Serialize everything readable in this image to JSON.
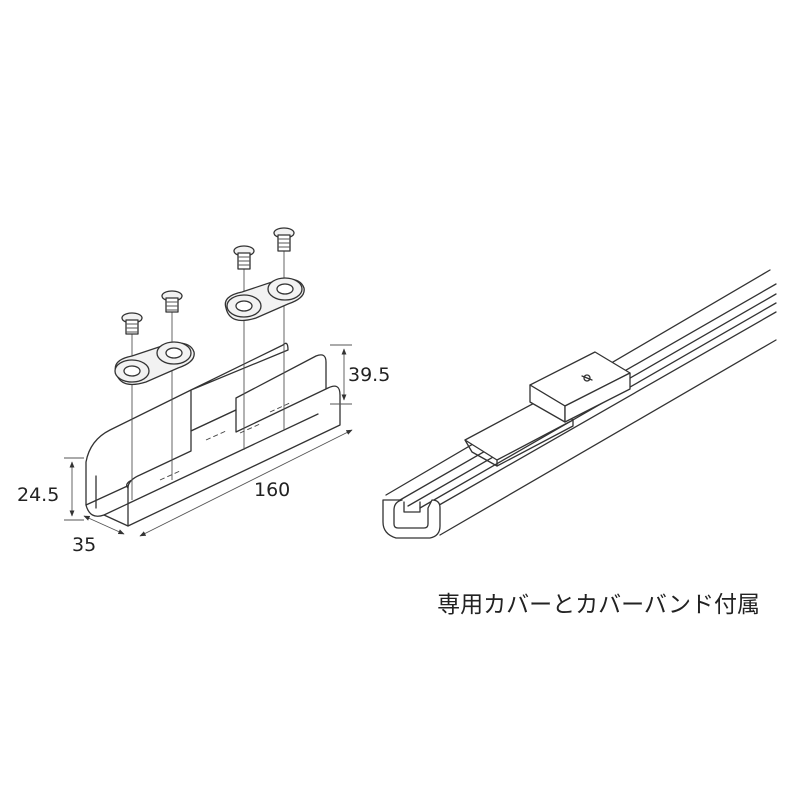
{
  "dimensions": {
    "length": "160",
    "width": "35",
    "height_low": "24.5",
    "height_high": "39.5"
  },
  "caption": "専用カバーとカバーバンド付属"
}
